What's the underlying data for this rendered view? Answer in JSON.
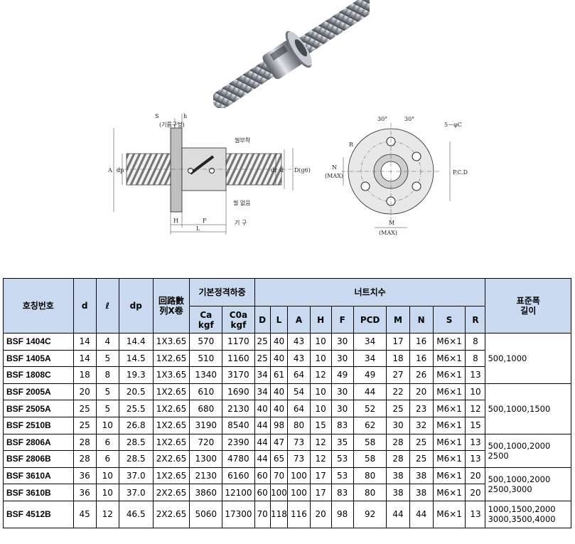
{
  "colors": {
    "header_bg": "#c9d9ef",
    "border": "#000000",
    "metal": "#9aa0a8"
  },
  "drawing": {
    "labels": {
      "s": "S",
      "h_top": "h",
      "oil_hole": "(기름구멍)",
      "seal": "씰부착",
      "no_seal": "씰 없음",
      "a": "A",
      "dp": "dp",
      "dr": "dr",
      "d": "d",
      "dg6": "D(g6)",
      "h_bottom": "H",
      "f": "F",
      "l": "L",
      "ruler": "기\n구",
      "r": "R",
      "n": "N",
      "max1": "(MAX)",
      "angle1": "30°",
      "angle2": "30°",
      "holes": "5－φC",
      "pcd": "P.C.D",
      "m": "M",
      "max2": "(MAX)"
    }
  },
  "table": {
    "headers": {
      "model": "호칭번호",
      "d": "d",
      "l": "ℓ",
      "dp": "dp",
      "circuits_line1": "回路數",
      "circuits_line2": "列X卷",
      "load_group": "기본정격하중",
      "ca_1": "Ca",
      "ca_2": "kgf",
      "c0a_1": "C0a",
      "c0a_2": "kgf",
      "nut_group": "너트치수",
      "nut_d": "D",
      "nut_l": "L",
      "nut_a": "A",
      "nut_h": "H",
      "nut_f": "F",
      "nut_pcd": "PCD",
      "nut_m": "M",
      "nut_n": "N",
      "nut_s": "S",
      "nut_r": "R",
      "std_line1": "표준폭",
      "std_line2": "길이"
    },
    "rows": [
      {
        "model": "BSF 1404C",
        "d": "14",
        "l": "4",
        "dp": "14.4",
        "circ": "1X3.65",
        "ca": "570",
        "c0a": "1170",
        "D": "25",
        "L": "40",
        "A": "43",
        "H": "10",
        "F": "30",
        "PCD": "34",
        "M": "17",
        "N": "16",
        "S": "M6×1",
        "R": "8"
      },
      {
        "model": "BSF 1405A",
        "d": "14",
        "l": "5",
        "dp": "14.5",
        "circ": "1X2.65",
        "ca": "510",
        "c0a": "1160",
        "D": "25",
        "L": "40",
        "A": "43",
        "H": "10",
        "F": "30",
        "PCD": "34",
        "M": "18",
        "N": "16",
        "S": "M6×1",
        "R": "8"
      },
      {
        "model": "BSF 1808C",
        "d": "18",
        "l": "8",
        "dp": "19.3",
        "circ": "1X3.65",
        "ca": "1340",
        "c0a": "3170",
        "D": "34",
        "L": "61",
        "A": "64",
        "H": "12",
        "F": "49",
        "PCD": "49",
        "M": "27",
        "N": "26",
        "S": "M6×1",
        "R": "13"
      },
      {
        "model": "BSF 2005A",
        "d": "20",
        "l": "5",
        "dp": "20.5",
        "circ": "1X2.65",
        "ca": "610",
        "c0a": "1690",
        "D": "34",
        "L": "40",
        "A": "54",
        "H": "10",
        "F": "30",
        "PCD": "44",
        "M": "22",
        "N": "20",
        "S": "M6×1",
        "R": "10"
      },
      {
        "model": "BSF 2505A",
        "d": "25",
        "l": "5",
        "dp": "25.5",
        "circ": "1X2.65",
        "ca": "680",
        "c0a": "2130",
        "D": "40",
        "L": "40",
        "A": "64",
        "H": "10",
        "F": "30",
        "PCD": "52",
        "M": "25",
        "N": "23",
        "S": "M6×1",
        "R": "12"
      },
      {
        "model": "BSF 2510B",
        "d": "25",
        "l": "10",
        "dp": "26.8",
        "circ": "1X2.65",
        "ca": "3190",
        "c0a": "8540",
        "D": "44",
        "L": "98",
        "A": "80",
        "H": "15",
        "F": "83",
        "PCD": "62",
        "M": "30",
        "N": "32",
        "S": "M6×1",
        "R": "15"
      },
      {
        "model": "BSF 2806A",
        "d": "28",
        "l": "6",
        "dp": "28.5",
        "circ": "1X2.65",
        "ca": "720",
        "c0a": "2390",
        "D": "44",
        "L": "47",
        "A": "73",
        "H": "12",
        "F": "35",
        "PCD": "58",
        "M": "28",
        "N": "25",
        "S": "M6×1",
        "R": "13"
      },
      {
        "model": "BSF 2806B",
        "d": "28",
        "l": "6",
        "dp": "28.5",
        "circ": "2X2.65",
        "ca": "1300",
        "c0a": "4780",
        "D": "44",
        "L": "65",
        "A": "73",
        "H": "12",
        "F": "53",
        "PCD": "58",
        "M": "28",
        "N": "25",
        "S": "M6×1",
        "R": "13"
      },
      {
        "model": "BSF 3610A",
        "d": "36",
        "l": "10",
        "dp": "37.0",
        "circ": "1X2.65",
        "ca": "2130",
        "c0a": "6160",
        "D": "60",
        "L": "70",
        "A": "100",
        "H": "17",
        "F": "53",
        "PCD": "80",
        "M": "38",
        "N": "38",
        "S": "M6×1",
        "R": "20"
      },
      {
        "model": "BSF 3610B",
        "d": "36",
        "l": "10",
        "dp": "37.0",
        "circ": "2X2.65",
        "ca": "3860",
        "c0a": "12100",
        "D": "60",
        "L": "100",
        "A": "100",
        "H": "17",
        "F": "83",
        "PCD": "80",
        "M": "38",
        "N": "38",
        "S": "M6×1",
        "R": "20"
      },
      {
        "model": "BSF 4512B",
        "d": "45",
        "l": "12",
        "dp": "46.5",
        "circ": "2X2.65",
        "ca": "5060",
        "c0a": "17300",
        "D": "70",
        "L": "118",
        "A": "116",
        "H": "20",
        "F": "98",
        "PCD": "92",
        "M": "44",
        "N": "44",
        "S": "M6×1",
        "R": "13"
      }
    ],
    "std_lengths": [
      {
        "line1": "500,1000",
        "line2": ""
      },
      {
        "line1": "500,1000,1500",
        "line2": ""
      },
      {
        "line1": "500,1000,2000",
        "line2": "2500"
      },
      {
        "line1": "500,1000,2000",
        "line2": "2500,3000"
      },
      {
        "line1": "1000,1500,2000",
        "line2": "3000,3500,4000"
      }
    ]
  }
}
